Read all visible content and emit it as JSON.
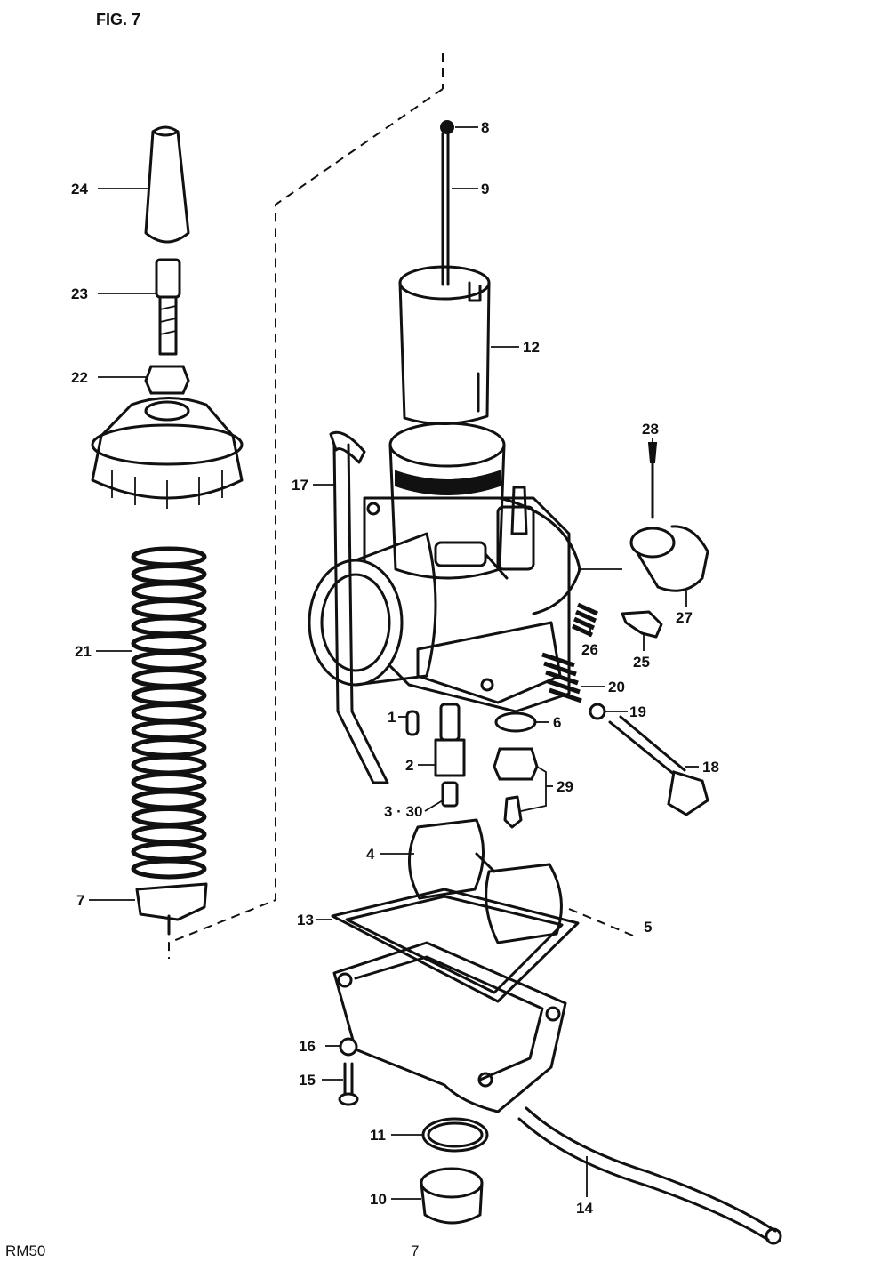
{
  "figure": {
    "title": "FIG. 7",
    "model": "RM50",
    "page_mark": "7"
  },
  "callouts": {
    "c1": "1",
    "c2": "2",
    "c3_30": "3 · 30",
    "c4": "4",
    "c5": "5",
    "c6": "6",
    "c7": "7",
    "c8": "8",
    "c9": "9",
    "c10": "10",
    "c11": "11",
    "c12": "12",
    "c13": "13",
    "c14": "14",
    "c15": "15",
    "c16": "16",
    "c17": "17",
    "c18": "18",
    "c19": "19",
    "c20": "20",
    "c21": "21",
    "c22": "22",
    "c23": "23",
    "c24": "24",
    "c25": "25",
    "c26": "26",
    "c27": "27",
    "c28": "28",
    "c29": "29"
  }
}
